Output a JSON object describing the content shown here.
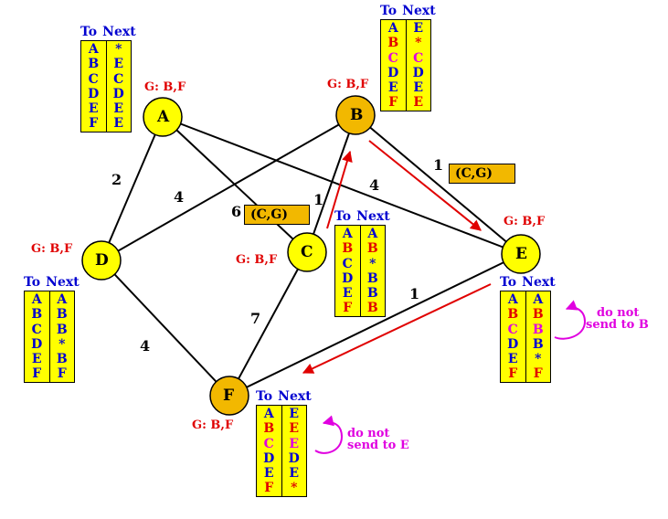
{
  "colors": {
    "table_fill": "#ffff00",
    "header_blue": "#0000d0",
    "cell_blue": "#0000d0",
    "cell_red": "#e00000",
    "cell_magenta": "#e000e0",
    "group_red": "#e00000",
    "note_magenta": "#e000e0",
    "node_fill_yellow": "#ffff00",
    "node_fill_orange": "#f2b800",
    "tag_fill": "#f2b800",
    "arrow_red": "#e00000"
  },
  "nodes": [
    {
      "id": "A",
      "label": "A",
      "group": "G: B,F",
      "fill": "yellow"
    },
    {
      "id": "B",
      "label": "B",
      "group": "G: B,F",
      "fill": "orange"
    },
    {
      "id": "C",
      "label": "C",
      "group": "G: B,F",
      "fill": "yellow"
    },
    {
      "id": "D",
      "label": "D",
      "group": "G: B,F",
      "fill": "yellow"
    },
    {
      "id": "E",
      "label": "E",
      "group": "G: B,F",
      "fill": "yellow"
    },
    {
      "id": "F",
      "label": "F",
      "group": "G: B,F",
      "fill": "orange"
    }
  ],
  "edges": [
    {
      "from": "A",
      "to": "D",
      "weight": "2"
    },
    {
      "from": "A",
      "to": "C",
      "weight": "6"
    },
    {
      "from": "A",
      "to": "E",
      "weight": "4"
    },
    {
      "from": "B",
      "to": "D",
      "weight": "4"
    },
    {
      "from": "B",
      "to": "C",
      "weight": "1"
    },
    {
      "from": "B",
      "to": "E",
      "weight": "1"
    },
    {
      "from": "D",
      "to": "F",
      "weight": "4"
    },
    {
      "from": "C",
      "to": "F",
      "weight": "7"
    },
    {
      "from": "E",
      "to": "F",
      "weight": "1"
    }
  ],
  "tags": {
    "be": "(C,G)",
    "ca": "(C,G)"
  },
  "table_header": {
    "to": "To",
    "next": "Next"
  },
  "tables": {
    "A": {
      "rows": [
        {
          "to": "A",
          "to_color": "blue",
          "next": "*",
          "next_color": "blue"
        },
        {
          "to": "B",
          "to_color": "blue",
          "next": "E",
          "next_color": "blue"
        },
        {
          "to": "C",
          "to_color": "blue",
          "next": "C",
          "next_color": "blue"
        },
        {
          "to": "D",
          "to_color": "blue",
          "next": "D",
          "next_color": "blue"
        },
        {
          "to": "E",
          "to_color": "blue",
          "next": "E",
          "next_color": "blue"
        },
        {
          "to": "F",
          "to_color": "blue",
          "next": "E",
          "next_color": "blue"
        }
      ]
    },
    "B": {
      "rows": [
        {
          "to": "A",
          "to_color": "blue",
          "next": "E",
          "next_color": "blue"
        },
        {
          "to": "B",
          "to_color": "red",
          "next": "*",
          "next_color": "red"
        },
        {
          "to": "C",
          "to_color": "magenta",
          "next": "C",
          "next_color": "magenta"
        },
        {
          "to": "D",
          "to_color": "blue",
          "next": "D",
          "next_color": "blue"
        },
        {
          "to": "E",
          "to_color": "blue",
          "next": "E",
          "next_color": "blue"
        },
        {
          "to": "F",
          "to_color": "red",
          "next": "E",
          "next_color": "red"
        }
      ]
    },
    "C": {
      "rows": [
        {
          "to": "A",
          "to_color": "blue",
          "next": "A",
          "next_color": "blue"
        },
        {
          "to": "B",
          "to_color": "red",
          "next": "B",
          "next_color": "red"
        },
        {
          "to": "C",
          "to_color": "blue",
          "next": "*",
          "next_color": "blue"
        },
        {
          "to": "D",
          "to_color": "blue",
          "next": "B",
          "next_color": "blue"
        },
        {
          "to": "E",
          "to_color": "blue",
          "next": "B",
          "next_color": "blue"
        },
        {
          "to": "F",
          "to_color": "red",
          "next": "B",
          "next_color": "red"
        }
      ]
    },
    "D": {
      "rows": [
        {
          "to": "A",
          "to_color": "blue",
          "next": "A",
          "next_color": "blue"
        },
        {
          "to": "B",
          "to_color": "blue",
          "next": "B",
          "next_color": "blue"
        },
        {
          "to": "C",
          "to_color": "blue",
          "next": "B",
          "next_color": "blue"
        },
        {
          "to": "D",
          "to_color": "blue",
          "next": "*",
          "next_color": "blue"
        },
        {
          "to": "E",
          "to_color": "blue",
          "next": "B",
          "next_color": "blue"
        },
        {
          "to": "F",
          "to_color": "blue",
          "next": "F",
          "next_color": "blue"
        }
      ]
    },
    "E": {
      "rows": [
        {
          "to": "A",
          "to_color": "blue",
          "next": "A",
          "next_color": "blue"
        },
        {
          "to": "B",
          "to_color": "red",
          "next": "B",
          "next_color": "red"
        },
        {
          "to": "C",
          "to_color": "magenta",
          "next": "B",
          "next_color": "magenta"
        },
        {
          "to": "D",
          "to_color": "blue",
          "next": "B",
          "next_color": "blue"
        },
        {
          "to": "E",
          "to_color": "blue",
          "next": "*",
          "next_color": "blue"
        },
        {
          "to": "F",
          "to_color": "red",
          "next": "F",
          "next_color": "red"
        }
      ]
    },
    "F": {
      "rows": [
        {
          "to": "A",
          "to_color": "blue",
          "next": "E",
          "next_color": "blue"
        },
        {
          "to": "B",
          "to_color": "red",
          "next": "E",
          "next_color": "red"
        },
        {
          "to": "C",
          "to_color": "magenta",
          "next": "E",
          "next_color": "magenta"
        },
        {
          "to": "D",
          "to_color": "blue",
          "next": "D",
          "next_color": "blue"
        },
        {
          "to": "E",
          "to_color": "blue",
          "next": "E",
          "next_color": "blue"
        },
        {
          "to": "F",
          "to_color": "red",
          "next": "*",
          "next_color": "red"
        }
      ]
    }
  },
  "notes": {
    "E": {
      "line1": "do not",
      "line2": "send to B"
    },
    "F": {
      "line1": "do not",
      "line2": "send to E"
    }
  }
}
